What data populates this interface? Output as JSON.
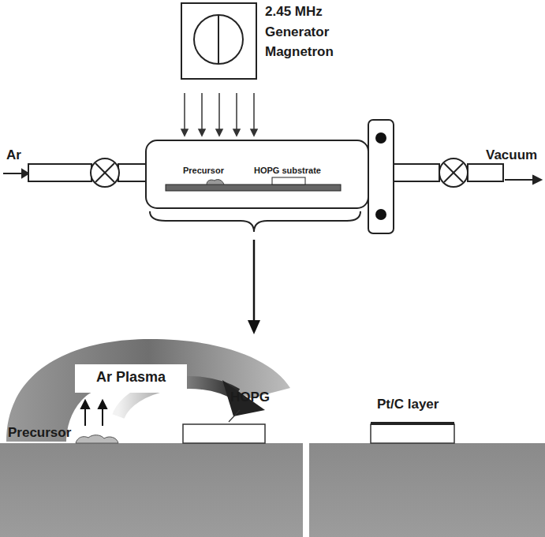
{
  "diagram": {
    "labels": [
      "2.45 MHz Generator Magnetron",
      "Ar",
      "Vacuum",
      "Precursor",
      "HOPG substrate",
      "Ar Plasma",
      "Precursor",
      "HOPG",
      "Pt/C layer"
    ]
  }
}
